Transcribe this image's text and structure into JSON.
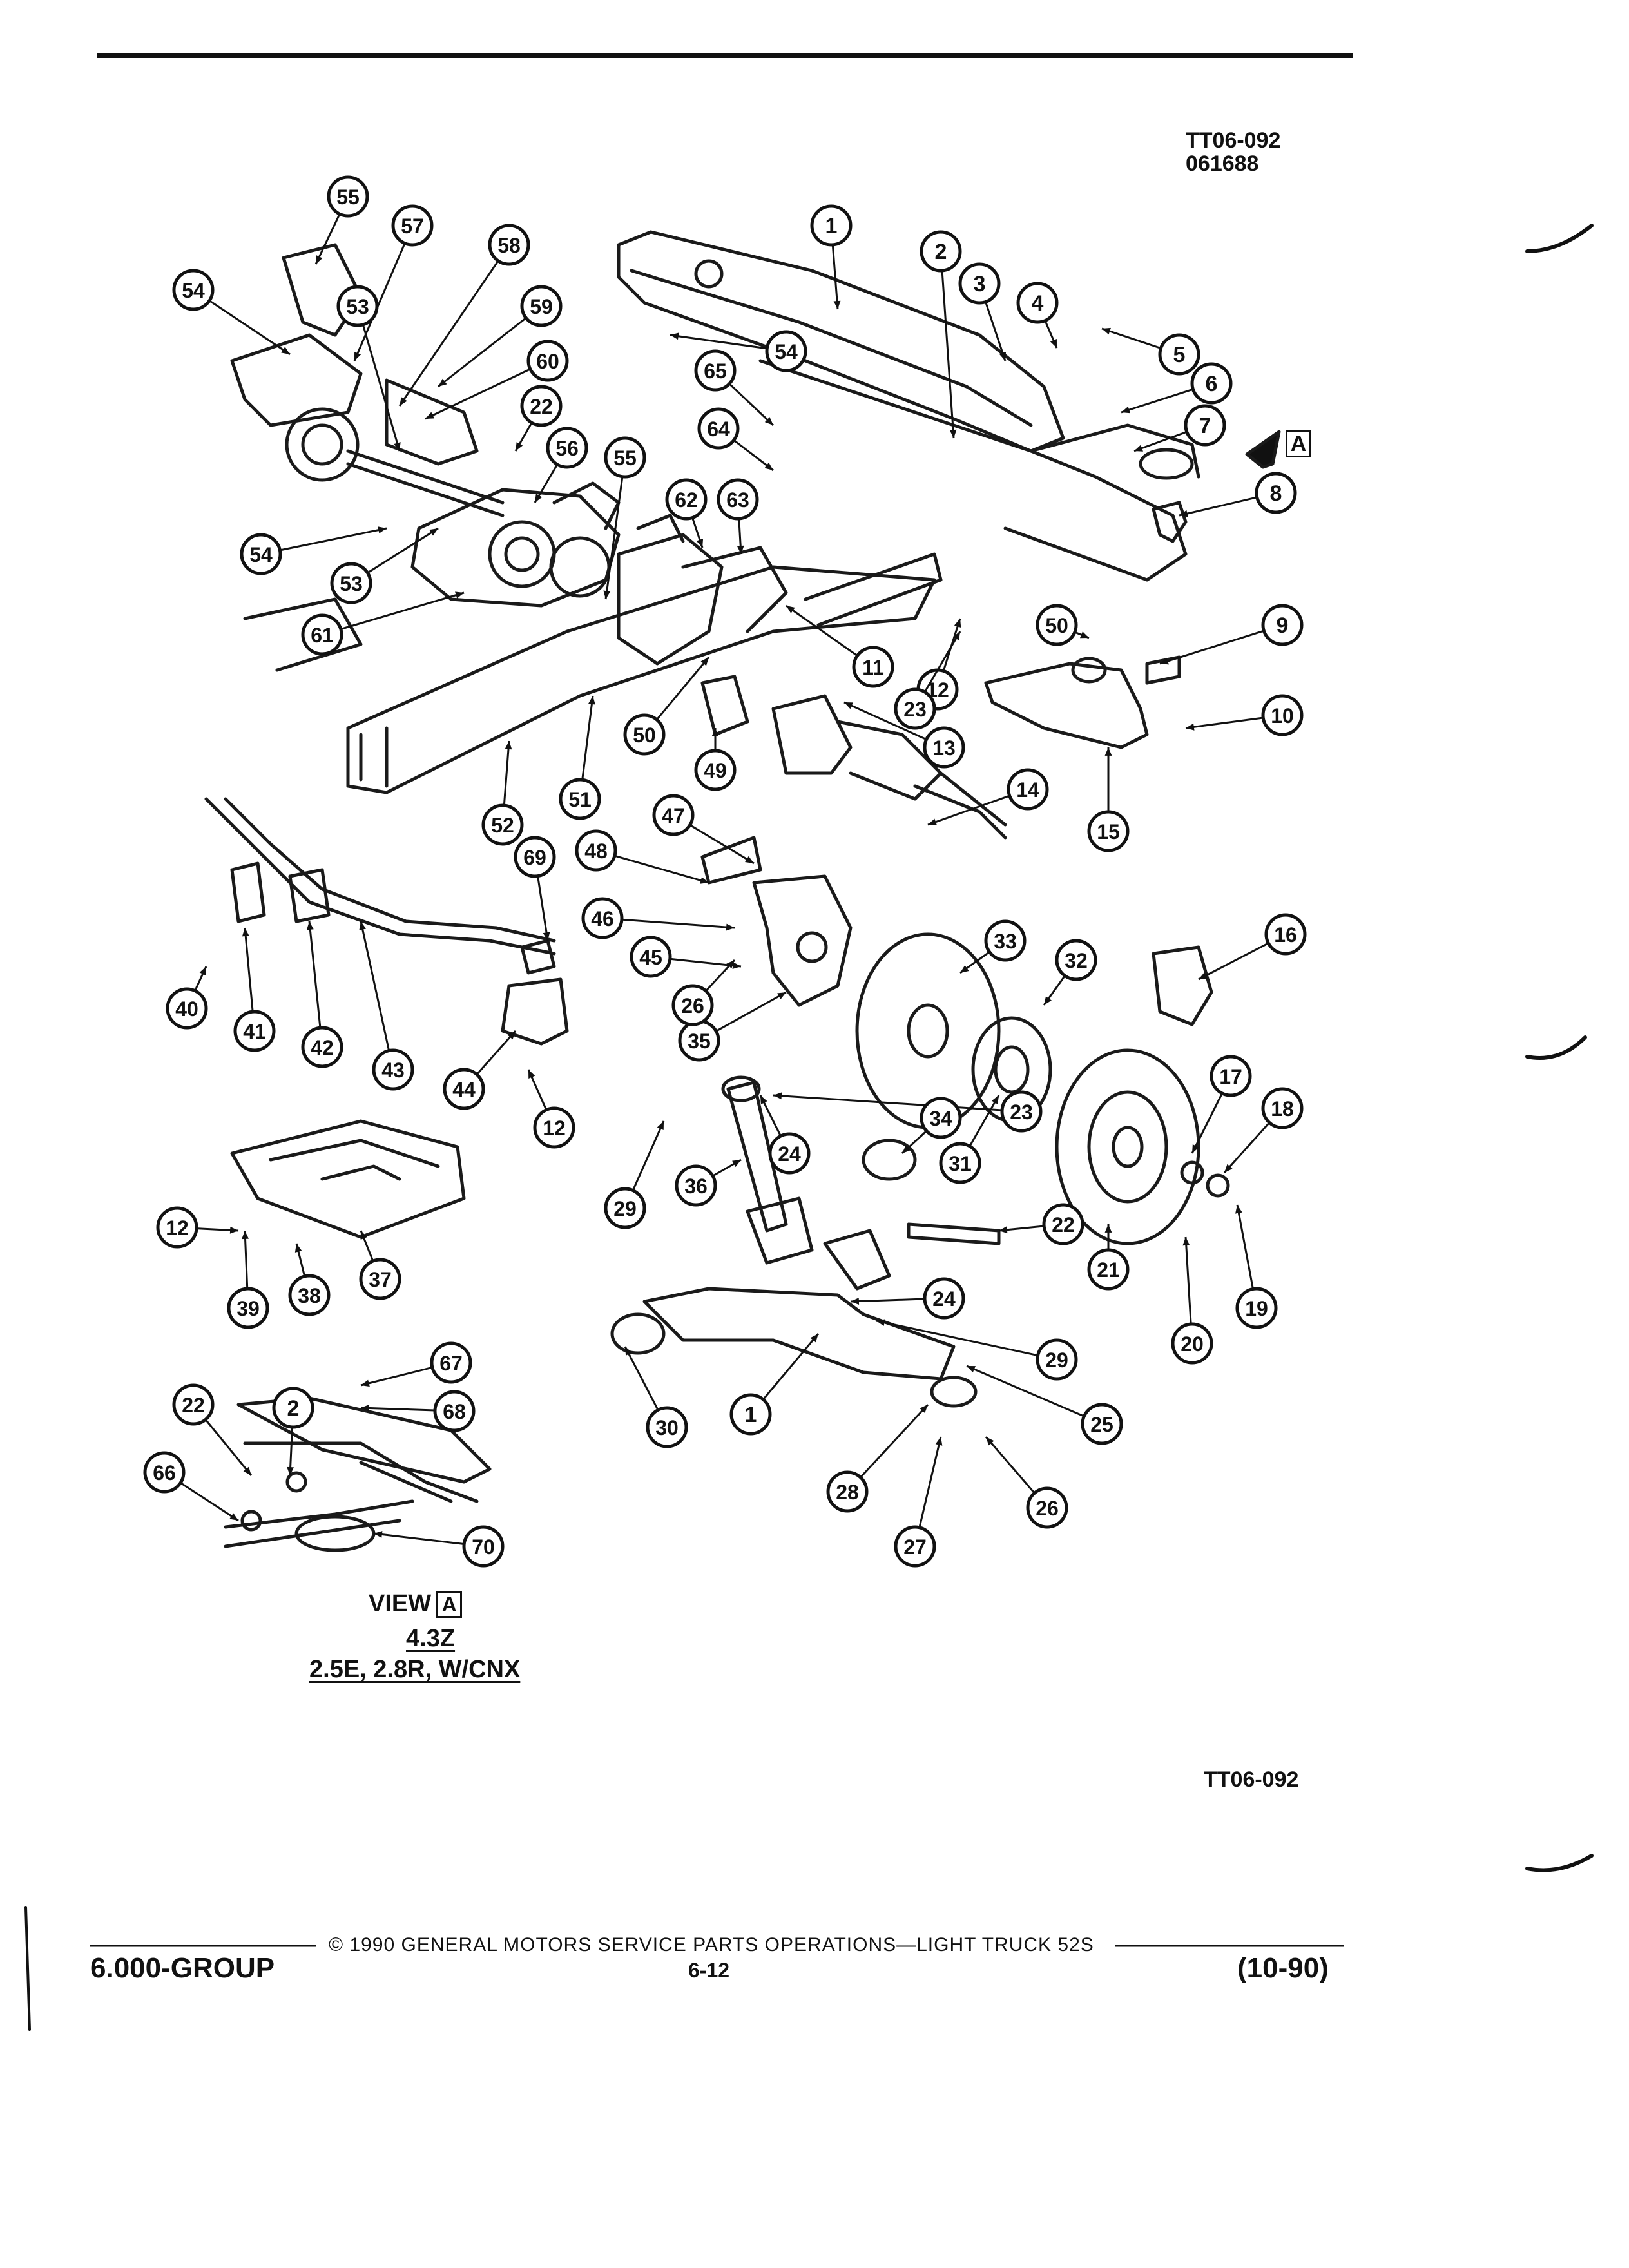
{
  "header": {
    "ref_code_top": "TT06-092",
    "ref_date": "061688"
  },
  "view_note": {
    "label": "VIEW",
    "box_letter": "A",
    "line1": "4.3Z",
    "line2": "2.5E, 2.8R, W/CNX"
  },
  "view_arrow_letter": "A",
  "ref_code_bottom": "TT06-092",
  "footer": {
    "group": "6.000-GROUP",
    "copyright": "© 1990 GENERAL MOTORS SERVICE PARTS OPERATIONS—LIGHT TRUCK 52S",
    "page": "6-12",
    "date": "(10-90)"
  },
  "callouts": [
    {
      "n": "1"
    },
    {
      "n": "2"
    },
    {
      "n": "3"
    },
    {
      "n": "4"
    },
    {
      "n": "5"
    },
    {
      "n": "6"
    },
    {
      "n": "7"
    },
    {
      "n": "8"
    },
    {
      "n": "9"
    },
    {
      "n": "10"
    },
    {
      "n": "11"
    },
    {
      "n": "12"
    },
    {
      "n": "13"
    },
    {
      "n": "14"
    },
    {
      "n": "15"
    },
    {
      "n": "16"
    },
    {
      "n": "17"
    },
    {
      "n": "18"
    },
    {
      "n": "19"
    },
    {
      "n": "20"
    },
    {
      "n": "21"
    },
    {
      "n": "22"
    },
    {
      "n": "23"
    },
    {
      "n": "24"
    },
    {
      "n": "25"
    },
    {
      "n": "26"
    },
    {
      "n": "27"
    },
    {
      "n": "28"
    },
    {
      "n": "29"
    },
    {
      "n": "30"
    },
    {
      "n": "31"
    },
    {
      "n": "32"
    },
    {
      "n": "33"
    },
    {
      "n": "34"
    },
    {
      "n": "35"
    },
    {
      "n": "36"
    },
    {
      "n": "37"
    },
    {
      "n": "38"
    },
    {
      "n": "39"
    },
    {
      "n": "40"
    },
    {
      "n": "41"
    },
    {
      "n": "42"
    },
    {
      "n": "43"
    },
    {
      "n": "44"
    },
    {
      "n": "45"
    },
    {
      "n": "26"
    },
    {
      "n": "46"
    },
    {
      "n": "47"
    },
    {
      "n": "48"
    },
    {
      "n": "49"
    },
    {
      "n": "50"
    },
    {
      "n": "50"
    },
    {
      "n": "51"
    },
    {
      "n": "52"
    },
    {
      "n": "53"
    },
    {
      "n": "53"
    },
    {
      "n": "54"
    },
    {
      "n": "54"
    },
    {
      "n": "54"
    },
    {
      "n": "55"
    },
    {
      "n": "55"
    },
    {
      "n": "56"
    },
    {
      "n": "57"
    },
    {
      "n": "58"
    },
    {
      "n": "59"
    },
    {
      "n": "60"
    },
    {
      "n": "61"
    },
    {
      "n": "62"
    },
    {
      "n": "63"
    },
    {
      "n": "64"
    },
    {
      "n": "65"
    },
    {
      "n": "69"
    },
    {
      "n": "12"
    },
    {
      "n": "22"
    },
    {
      "n": "23"
    },
    {
      "n": "24"
    },
    {
      "n": "29"
    },
    {
      "n": "1"
    },
    {
      "n": "2"
    },
    {
      "n": "22"
    },
    {
      "n": "66"
    },
    {
      "n": "67"
    },
    {
      "n": "68"
    },
    {
      "n": "70"
    },
    {
      "n": "12"
    }
  ]
}
